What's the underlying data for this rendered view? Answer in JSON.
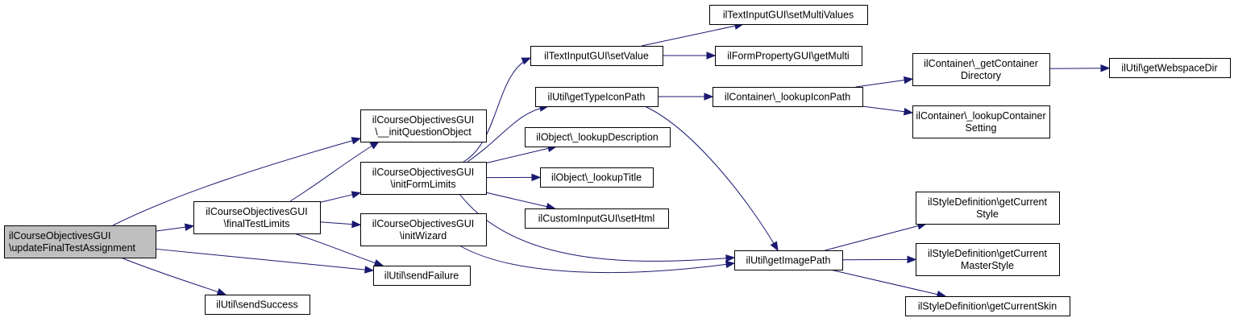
{
  "diagram": {
    "type": "call-graph",
    "root": "root",
    "nodes": [
      {
        "id": "root",
        "lines": [
          "ilCourseObjectivesGUI",
          "\\updateFinalTestAssignment"
        ],
        "highlighted": true
      },
      {
        "id": "finalTestLimits",
        "lines": [
          "ilCourseObjectivesGUI",
          "\\finalTestLimits"
        ]
      },
      {
        "id": "initQuestionObject",
        "lines": [
          "ilCourseObjectivesGUI",
          "\\__initQuestionObject"
        ]
      },
      {
        "id": "initFormLimits",
        "lines": [
          "ilCourseObjectivesGUI",
          "\\initFormLimits"
        ]
      },
      {
        "id": "initWizard",
        "lines": [
          "ilCourseObjectivesGUI",
          "\\initWizard"
        ]
      },
      {
        "id": "sendFailure",
        "lines": [
          "ilUtil\\sendFailure"
        ]
      },
      {
        "id": "sendSuccess",
        "lines": [
          "ilUtil\\sendSuccess"
        ]
      },
      {
        "id": "setValue",
        "lines": [
          "ilTextInputGUI\\setValue"
        ]
      },
      {
        "id": "getTypeIconPath",
        "lines": [
          "ilUtil\\getTypeIconPath"
        ]
      },
      {
        "id": "lookupDescription",
        "lines": [
          "ilObject\\_lookupDescription"
        ]
      },
      {
        "id": "lookupTitle",
        "lines": [
          "ilObject\\_lookupTitle"
        ]
      },
      {
        "id": "setHtml",
        "lines": [
          "ilCustomInputGUI\\setHtml"
        ]
      },
      {
        "id": "setMultiValues",
        "lines": [
          "ilTextInputGUI\\setMultiValues"
        ]
      },
      {
        "id": "getMulti",
        "lines": [
          "ilFormPropertyGUI\\getMulti"
        ]
      },
      {
        "id": "lookupIconPath",
        "lines": [
          "ilContainer\\_lookupIconPath"
        ]
      },
      {
        "id": "getImagePath",
        "lines": [
          "ilUtil\\getImagePath"
        ]
      },
      {
        "id": "getContainerDirectory",
        "lines": [
          "ilContainer\\_getContainer",
          "Directory"
        ]
      },
      {
        "id": "lookupContainerSetting",
        "lines": [
          "ilContainer\\_lookupContainer",
          "Setting"
        ]
      },
      {
        "id": "getWebspaceDir",
        "lines": [
          "ilUtil\\getWebspaceDir"
        ]
      },
      {
        "id": "getCurrentStyle",
        "lines": [
          "ilStyleDefinition\\getCurrent",
          "Style"
        ]
      },
      {
        "id": "getCurrentMasterStyle",
        "lines": [
          "ilStyleDefinition\\getCurrent",
          "MasterStyle"
        ]
      },
      {
        "id": "getCurrentSkin",
        "lines": [
          "ilStyleDefinition\\getCurrentSkin"
        ]
      }
    ],
    "edges": [
      {
        "from": "root",
        "to": "initQuestionObject"
      },
      {
        "from": "root",
        "to": "finalTestLimits"
      },
      {
        "from": "root",
        "to": "sendFailure"
      },
      {
        "from": "root",
        "to": "sendSuccess"
      },
      {
        "from": "finalTestLimits",
        "to": "initQuestionObject"
      },
      {
        "from": "finalTestLimits",
        "to": "initFormLimits"
      },
      {
        "from": "finalTestLimits",
        "to": "initWizard"
      },
      {
        "from": "finalTestLimits",
        "to": "sendFailure"
      },
      {
        "from": "initFormLimits",
        "to": "setValue"
      },
      {
        "from": "initFormLimits",
        "to": "getTypeIconPath"
      },
      {
        "from": "initFormLimits",
        "to": "lookupDescription"
      },
      {
        "from": "initFormLimits",
        "to": "lookupTitle"
      },
      {
        "from": "initFormLimits",
        "to": "setHtml"
      },
      {
        "from": "initFormLimits",
        "to": "getImagePath"
      },
      {
        "from": "initWizard",
        "to": "getImagePath"
      },
      {
        "from": "setValue",
        "to": "setMultiValues"
      },
      {
        "from": "setValue",
        "to": "getMulti"
      },
      {
        "from": "getTypeIconPath",
        "to": "lookupIconPath"
      },
      {
        "from": "getTypeIconPath",
        "to": "getImagePath"
      },
      {
        "from": "lookupIconPath",
        "to": "getContainerDirectory"
      },
      {
        "from": "lookupIconPath",
        "to": "lookupContainerSetting"
      },
      {
        "from": "getContainerDirectory",
        "to": "getWebspaceDir"
      },
      {
        "from": "getImagePath",
        "to": "getCurrentStyle"
      },
      {
        "from": "getImagePath",
        "to": "getCurrentMasterStyle"
      },
      {
        "from": "getImagePath",
        "to": "getCurrentSkin"
      }
    ]
  }
}
